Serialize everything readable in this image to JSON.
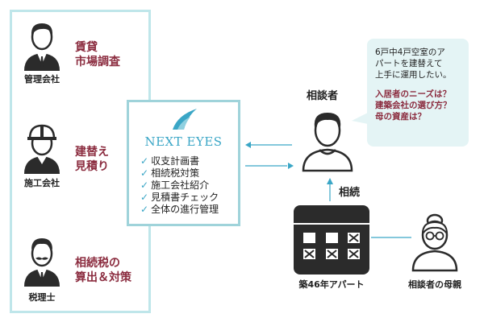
{
  "left_panel": {
    "management": {
      "caption": "管理会社",
      "lines": [
        "賃貸",
        "市場調査"
      ]
    },
    "construction": {
      "caption": "施工会社",
      "lines": [
        "建替え",
        "見積り"
      ]
    },
    "tax": {
      "caption": "税理士",
      "lines": [
        "相続税の",
        "算出＆対策"
      ]
    }
  },
  "center_box": {
    "logo": "NEXT EYES",
    "tasks": [
      "収支計画書",
      "相続税対策",
      "施工会社紹介",
      "見積書チェック",
      "全体の進行管理"
    ],
    "check": "✓"
  },
  "client": {
    "label": "相談者",
    "bubble_lines": [
      "6戸中4戸空室のア",
      "パートを建替えて",
      "上手に運用したい。"
    ],
    "question_lines": [
      "入居者のニーズは？",
      "建築会社の選び方？",
      "母の資産は？"
    ]
  },
  "inheritance_label": "相続",
  "apartment": {
    "caption": "築46年アパート"
  },
  "mother": {
    "caption": "相談者の母親"
  },
  "colors": {
    "panel_border": "#bfe6ea",
    "accent": "#3aa6c6",
    "red_text": "#8b2c3f",
    "icon_dark": "#2b2b2b",
    "bubble_bg": "#e4f4f5"
  }
}
